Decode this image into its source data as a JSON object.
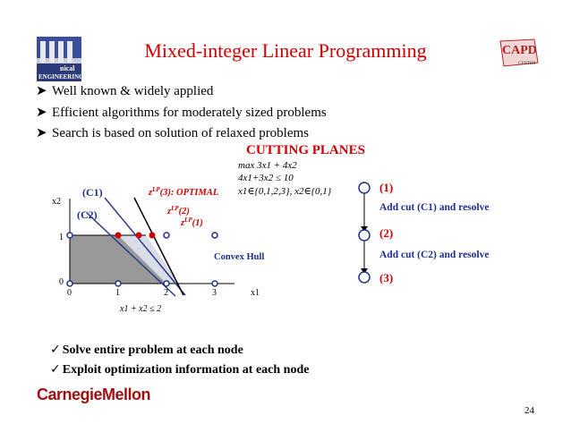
{
  "slide": {
    "title": "Mixed-integer Linear Programming",
    "page_number": "24",
    "left_logo_text": [
      "nical",
      "ENGINEERING"
    ],
    "right_logo_text": [
      "CAPD",
      "CENTER"
    ],
    "footer_logo": "CarnegieMellon"
  },
  "bullets": [
    "Well known & widely applied",
    "Efficient algorithms for moderately sized problems",
    "Search is based on solution of relaxed problems"
  ],
  "cutting_planes": {
    "heading": "CUTTING PLANES",
    "model": [
      "max 3x1 + 4x2",
      "4x1+3x2 ≤ 10",
      "x1∈{0,1,2,3}, x2∈{0,1}"
    ]
  },
  "graph": {
    "y_axis_label": "x2",
    "x_axis_label": "x1",
    "x_ticks": [
      "0",
      "1",
      "2",
      "3"
    ],
    "y_ticks": [
      "0",
      "1"
    ],
    "cut1_label": "(C1)",
    "cut2_label": "(C2)",
    "z3_label": "(3): OPTIMAL",
    "z2_label": "(2)",
    "z1_label": "(1)",
    "z_base": "z",
    "z_sup": "LP",
    "hull_label": "Convex Hull",
    "constraint_label": "x1 + x2 ≤ 2"
  },
  "tree": {
    "nodes": [
      "(1)",
      "(2)",
      "(3)"
    ],
    "cuts": [
      "Add cut (C1) and resolve",
      "Add cut (C2) and resolve"
    ]
  },
  "checks": [
    "Solve entire problem at each node",
    "Exploit optimization information at each node"
  ],
  "colors": {
    "title": "#cc0000",
    "cut_text": "#1f2f8f",
    "hull_fill": "#999999",
    "relaxed_fill": "#d8dde8",
    "line_blue": "#2d3a8c",
    "points": "#1f2f8f"
  }
}
